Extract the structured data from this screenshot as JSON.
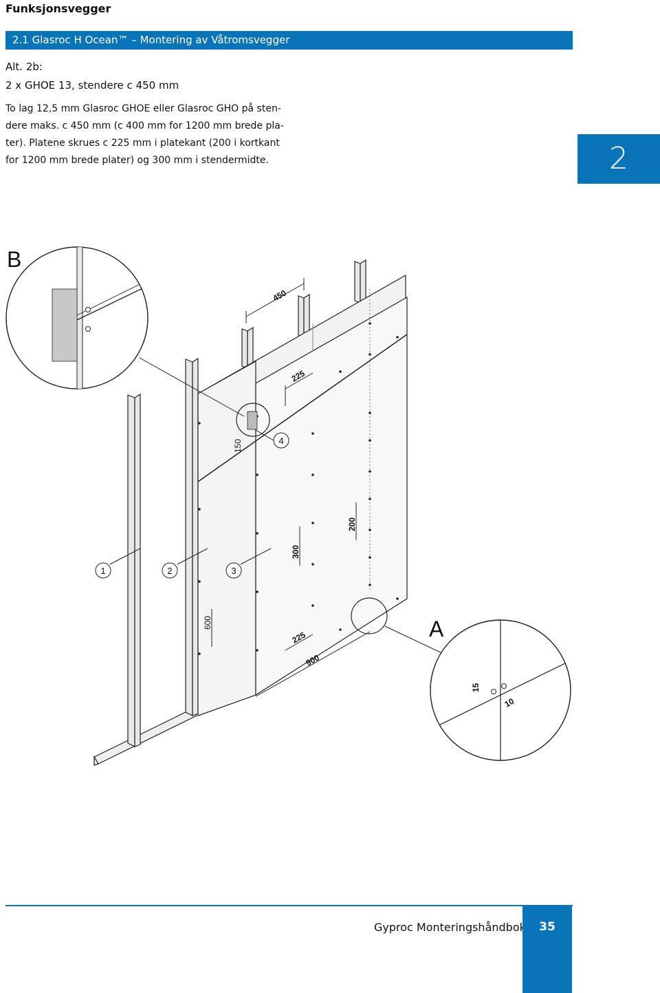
{
  "header": {
    "section_label": "Funksjonsvegger",
    "banner_title": "2.1 Glasroc H Ocean™ – Montering av Våtromsvegger"
  },
  "content": {
    "alt_label": "Alt. 2b:",
    "subheading": "2 x GHOE 13, stendere c 450 mm",
    "paragraph_lines": [
      "To lag 12,5 mm Glasroc GHOE eller Glasroc GHO på sten-",
      "dere maks. c 450 mm (c 400 mm for 1200 mm brede pla-",
      "ter). Platene skrues c 225 mm i platekant (200 i kortkant",
      "for 1200 mm brede plater) og 300 mm i stendermidte."
    ]
  },
  "chapter_tab": "2",
  "figure": {
    "detail_b_label": "B",
    "detail_a_label": "A",
    "callouts": [
      "1",
      "2",
      "3",
      "4"
    ],
    "dimensions": {
      "d450": "450",
      "d225_top": "225",
      "d150": "150",
      "d200": "200",
      "d300": "300",
      "d600": "600",
      "d225_bottom": "225",
      "d900": "900",
      "d15": "15",
      "d10": "10"
    }
  },
  "footer": {
    "title": "Gyproc Monteringshåndbok",
    "page_number": "35"
  },
  "colors": {
    "brand_blue": "#0a74b9"
  }
}
